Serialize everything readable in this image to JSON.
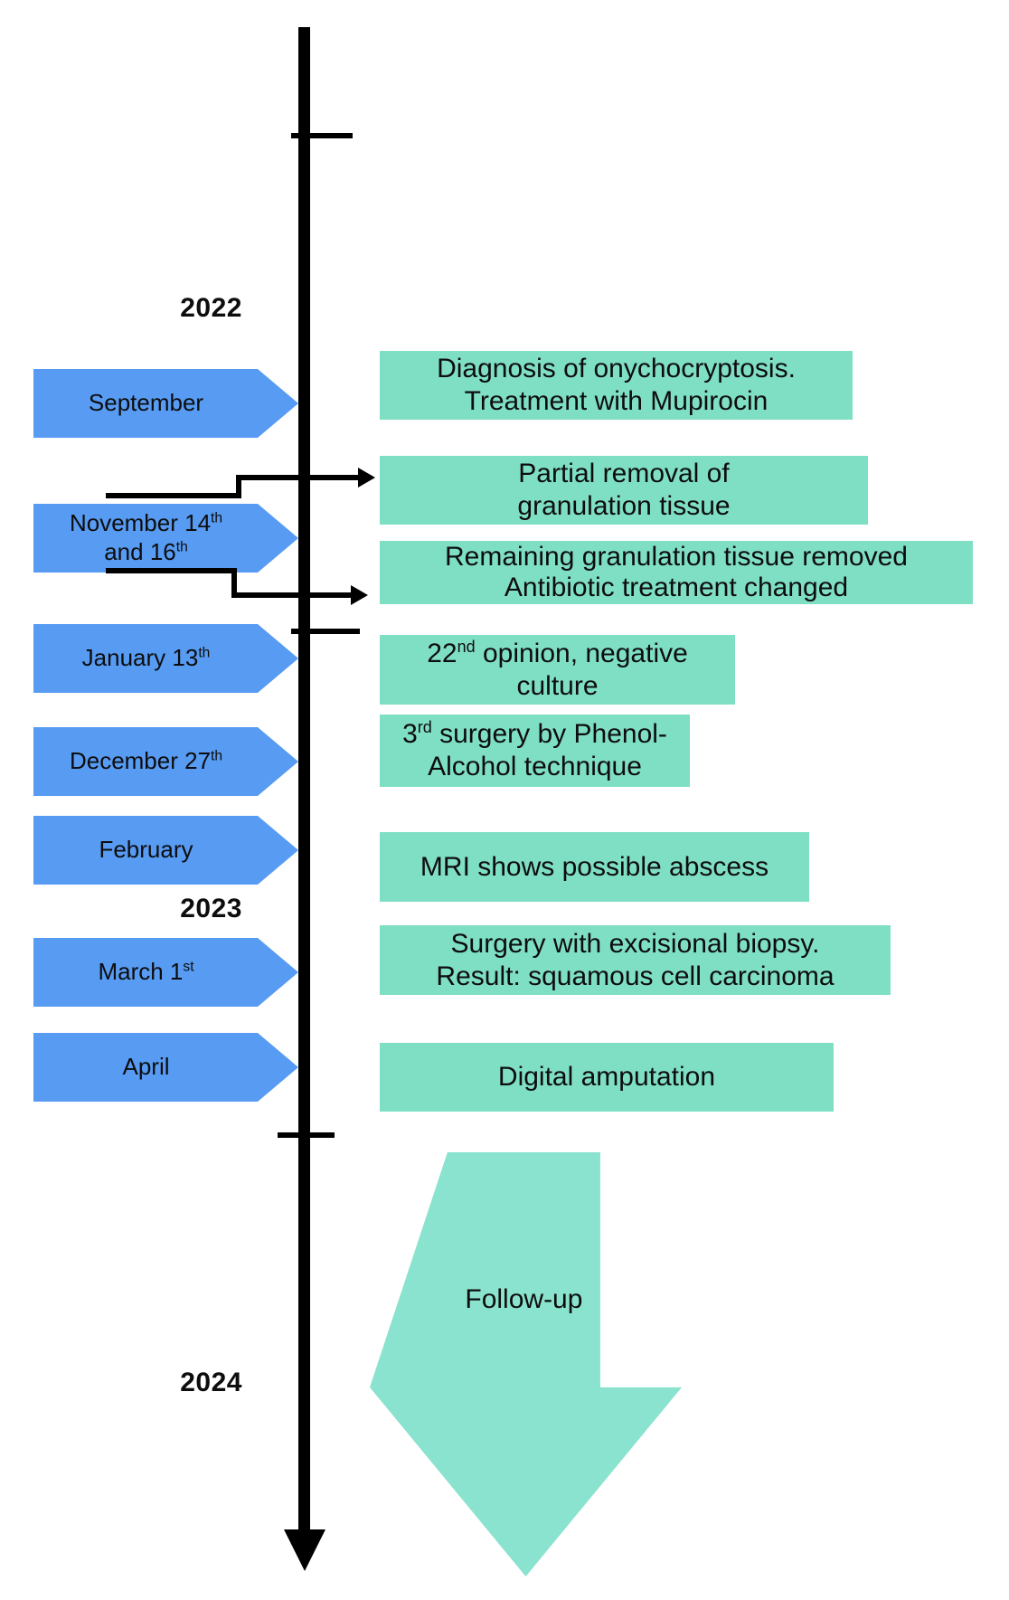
{
  "colors": {
    "blue": "#579bf3",
    "teal": "#7fdfc5",
    "arrow_teal": "#8ae3ce",
    "line": "#000000"
  },
  "years": [
    {
      "label": "2022"
    },
    {
      "label": "2023"
    },
    {
      "label": "2024"
    }
  ],
  "dates": [
    {
      "lines": [
        {
          "pre": "September"
        }
      ]
    },
    {
      "lines": [
        {
          "pre": "November 14",
          "sup": "th"
        },
        {
          "pre": "and 16",
          "sup": "th"
        }
      ]
    },
    {
      "lines": [
        {
          "pre": "January 13",
          "sup": "th"
        }
      ]
    },
    {
      "lines": [
        {
          "pre": "December 27",
          "sup": "th"
        }
      ]
    },
    {
      "lines": [
        {
          "pre": "February"
        }
      ]
    },
    {
      "lines": [
        {
          "pre": "March 1",
          "sup": "st"
        }
      ]
    },
    {
      "lines": [
        {
          "pre": "April"
        }
      ]
    }
  ],
  "events": [
    {
      "lines": [
        {
          "pre": "Diagnosis of onychocryptosis."
        },
        {
          "pre": "Treatment with Mupirocin"
        }
      ]
    },
    {
      "lines": [
        {
          "pre": "Partial removal of"
        },
        {
          "pre": "granulation tissue"
        }
      ]
    },
    {
      "lines": [
        {
          "pre": "Remaining granulation tissue removed"
        },
        {
          "pre": "Antibiotic treatment changed"
        }
      ]
    },
    {
      "lines": [
        {
          "pre": "22",
          "sup": "nd",
          "post": " opinion, negative"
        },
        {
          "pre": "culture"
        }
      ]
    },
    {
      "lines": [
        {
          "pre": "3",
          "sup": "rd",
          "post": " surgery by Phenol-"
        },
        {
          "pre": "Alcohol technique"
        }
      ]
    },
    {
      "lines": [
        {
          "pre": "MRI shows possible abscess"
        }
      ]
    },
    {
      "lines": [
        {
          "pre": "Surgery with excisional biopsy."
        },
        {
          "pre": "Result: squamous cell carcinoma"
        }
      ]
    },
    {
      "lines": [
        {
          "pre": "Digital amputation"
        }
      ]
    }
  ],
  "followup": {
    "label": "Follow-up"
  }
}
